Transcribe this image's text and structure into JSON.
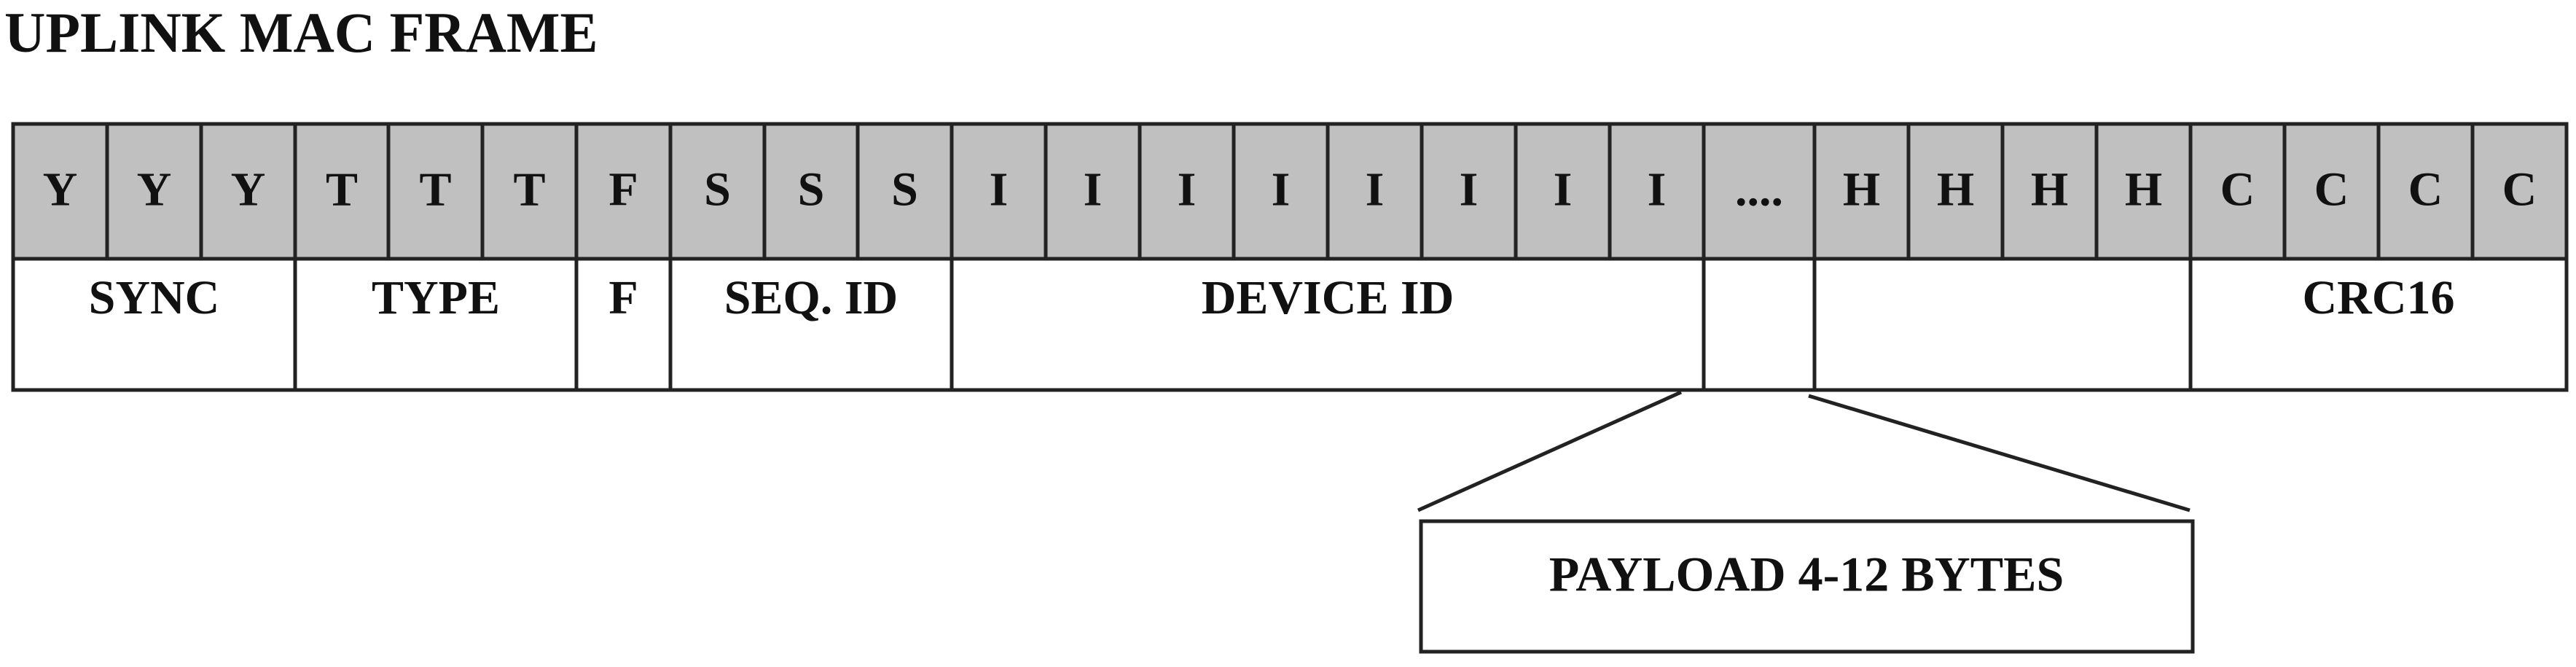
{
  "title": "UPLINK MAC FRAME",
  "colors": {
    "cell_fill": "#c0c0c0",
    "field_fill": "#ffffff",
    "line": "#222222"
  },
  "cells": [
    "Y",
    "Y",
    "Y",
    "T",
    "T",
    "T",
    "F",
    "S",
    "S",
    "S",
    "I",
    "I",
    "I",
    "I",
    "I",
    "I",
    "I",
    "I",
    "....",
    "H",
    "H",
    "H",
    "H",
    "C",
    "C",
    "C",
    "C"
  ],
  "fields": [
    {
      "label": "SYNC"
    },
    {
      "label": "TYPE"
    },
    {
      "label": "F"
    },
    {
      "label": "SEQ. ID"
    },
    {
      "label": "DEVICE ID"
    },
    {
      "label": ""
    },
    {
      "label": ""
    },
    {
      "label": "CRC16"
    }
  ],
  "payload": {
    "label": "PAYLOAD 4-12 BYTES"
  }
}
